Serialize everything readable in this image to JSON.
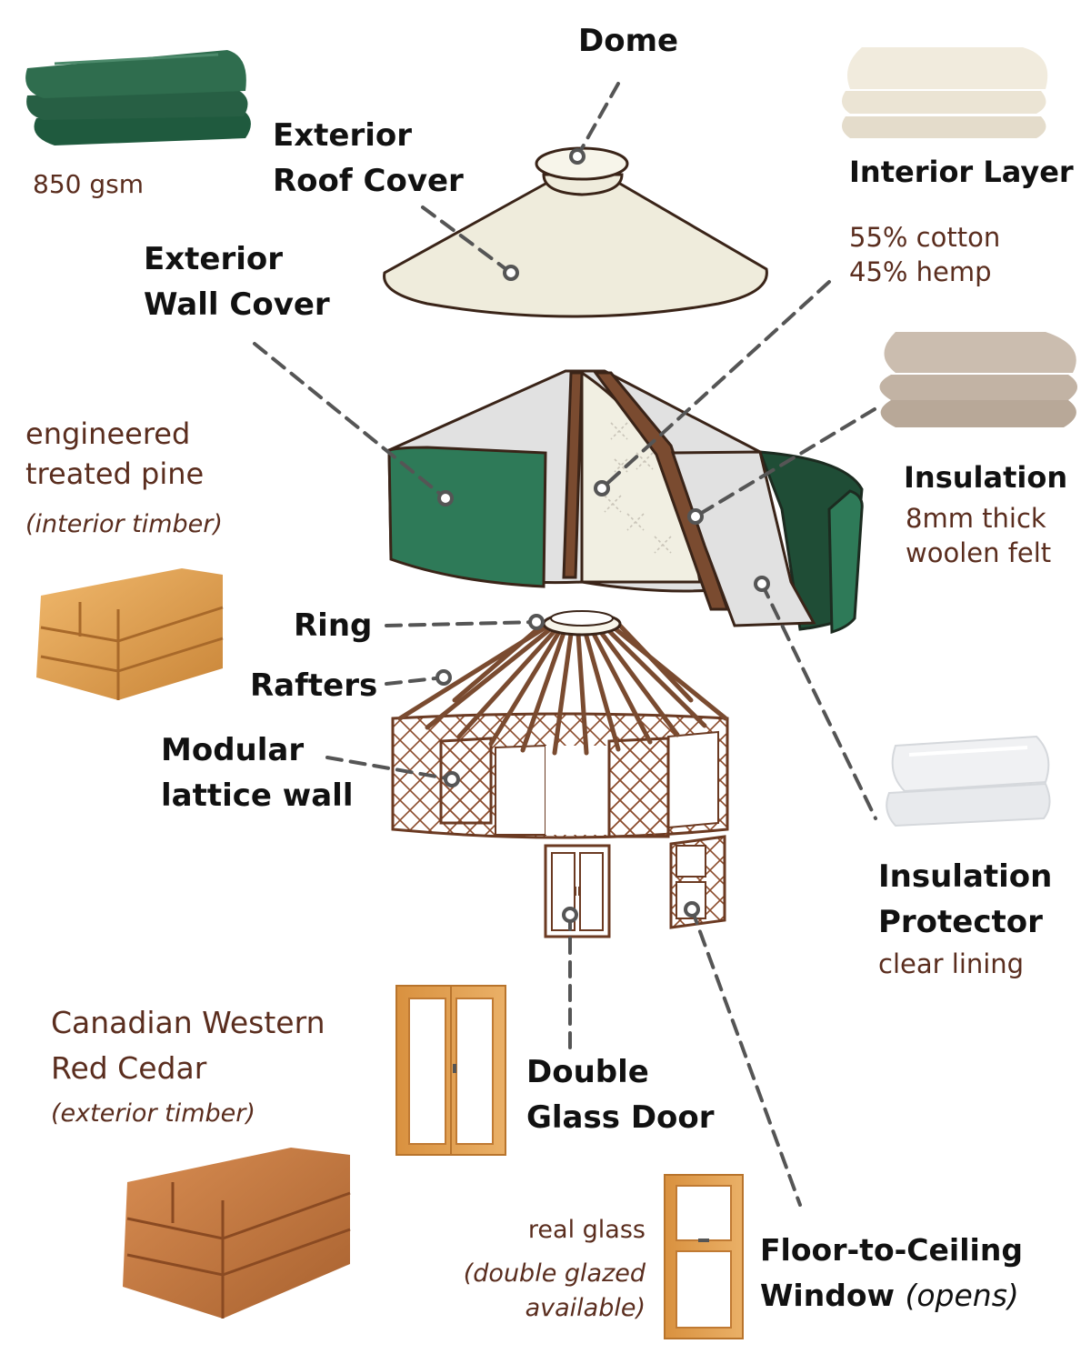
{
  "colors": {
    "label": "#111111",
    "note": "#5a2d1e",
    "leader": "#555555",
    "green_cover": "#2e7a58",
    "dark_green": "#1f4d36",
    "cream": "#efecdc",
    "light_grey": "#e1e1e1",
    "timber": "#7a4b30",
    "pine": "#e0a25a",
    "cedar": "#c27a44"
  },
  "labels": {
    "dome": "Dome",
    "roof_cover": [
      "Exterior",
      "Roof Cover"
    ],
    "wall_cover": [
      "Exterior",
      "Wall Cover"
    ],
    "interior_layer": "Interior Layer",
    "insulation": "Insulation",
    "ring": "Ring",
    "rafters": "Rafters",
    "lattice": [
      "Modular",
      "lattice wall"
    ],
    "insulation_protector": [
      "Insulation",
      "Protector"
    ],
    "double_door": [
      "Double",
      "Glass Door"
    ],
    "window": [
      "Floor-to-Ceiling",
      "Window"
    ],
    "window_suffix": "(opens)"
  },
  "notes": {
    "cover_weight": "850 gsm",
    "interior_fabric": [
      "55% cotton",
      "45% hemp"
    ],
    "insulation_spec": [
      "8mm thick",
      "woolen felt"
    ],
    "pine": [
      "engineered",
      "treated pine"
    ],
    "pine_use": "(interior timber)",
    "cedar": [
      "Canadian Western",
      "Red Cedar"
    ],
    "cedar_use": "(exterior timber)",
    "protector_spec": "clear lining",
    "glass": "real glass",
    "glass_option": [
      "(double glazed",
      "available)"
    ]
  },
  "icons": [
    "folded-green-vinyl-icon",
    "folded-cream-fabric-icon",
    "folded-wool-felt-icon",
    "folded-clear-film-icon",
    "pine-timber-stack-icon",
    "cedar-timber-stack-icon",
    "double-door-icon",
    "window-icon"
  ]
}
